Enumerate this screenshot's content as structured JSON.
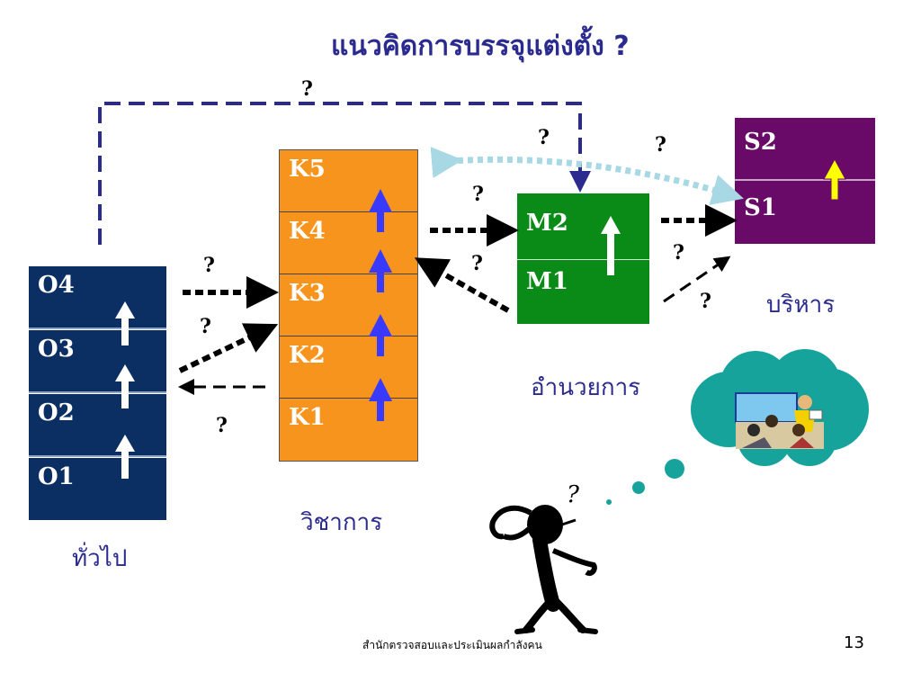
{
  "title": "แนวคิดการบรรจุแต่งตั้ง ?",
  "groups": {
    "general": {
      "label": "ทั่วไป",
      "levels": [
        "O4",
        "O3",
        "O2",
        "O1"
      ],
      "color": "#0b2f63"
    },
    "academic": {
      "label": "วิชาการ",
      "levels": [
        "K5",
        "K4",
        "K3",
        "K2",
        "K1"
      ],
      "color": "#f7941d"
    },
    "director": {
      "label": "อำนวยการ",
      "levels": [
        "M2",
        "M1"
      ],
      "color": "#0a8a16"
    },
    "executive": {
      "label": "บริหาร",
      "levels": [
        "S2",
        "S1"
      ],
      "color": "#6a0a68"
    }
  },
  "question_mark": "?",
  "thought_mark": "?",
  "footer": "สำนักตรวจสอบและประเมินผลกำลังคน",
  "page_number": "13"
}
